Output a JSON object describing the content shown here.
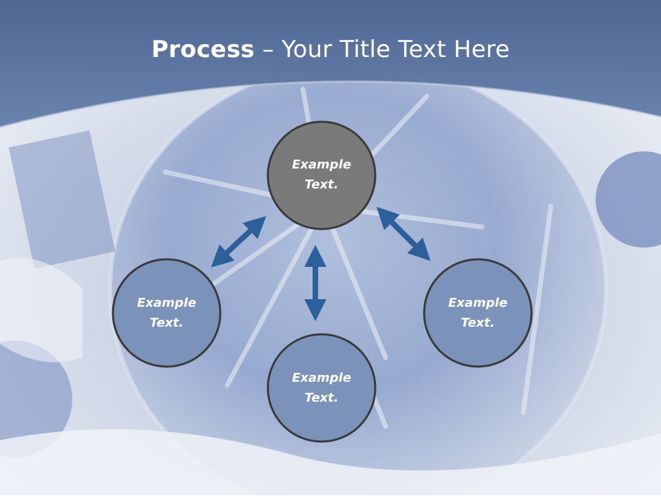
{
  "slide": {
    "title_bold": "Process",
    "title_rest": " – Your Title Text Here"
  },
  "nodes": [
    {
      "id": "top",
      "line1": "Example",
      "line2": "Text."
    },
    {
      "id": "left",
      "line1": "Example",
      "line2": "Text."
    },
    {
      "id": "bottom",
      "line1": "Example",
      "line2": "Text."
    },
    {
      "id": "right",
      "line1": "Example",
      "line2": "Text."
    }
  ],
  "colors": {
    "header": "#5d77a3",
    "node_fill": "#7b93bb",
    "node_top_fill": "#7a7a7a",
    "node_stroke": "#3a3a3a",
    "arrow": "#2d5f9a"
  }
}
